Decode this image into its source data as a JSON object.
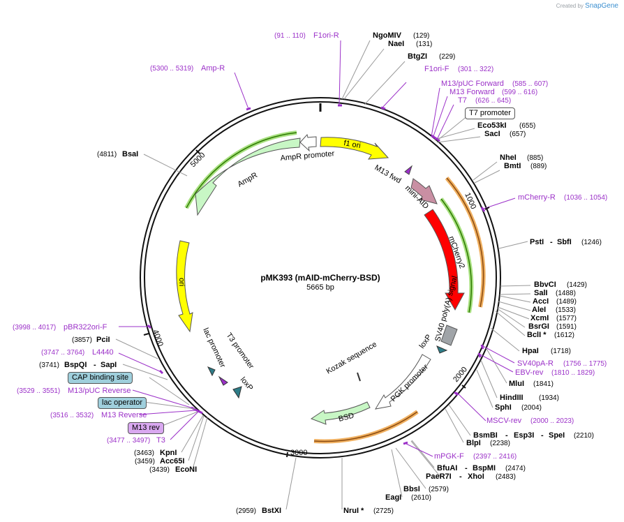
{
  "credit": {
    "prefix": "Created by",
    "brand": "SnapGene"
  },
  "plasmid": {
    "name": "pMK393 (mAID-mCherry-BSD)",
    "size": "5665 bp"
  },
  "ticks": [
    "1000",
    "2000",
    "3000",
    "4000",
    "5000"
  ],
  "features": [
    {
      "name": "f1 ori",
      "start": 5,
      "end": 460,
      "color": "#ffff00",
      "dir": 1
    },
    {
      "name": "AmpR promoter",
      "start": 5400,
      "end": 5500,
      "color": "#ffffff",
      "dir": -1
    },
    {
      "name": "AmpR",
      "start": 4580,
      "end": 5390,
      "color": "#c8f7c5",
      "dir": -1
    },
    {
      "name": "ori",
      "start": 3860,
      "end": 4400,
      "color": "#ffff00",
      "dir": -1
    },
    {
      "name": "mini-AID",
      "start": 745,
      "end": 905,
      "color": "#c98fa3",
      "dir": 1
    },
    {
      "name": "mCherry2",
      "start": 920,
      "end": 1600,
      "color": "#ff0000",
      "dir": 1
    },
    {
      "name": "SV40 poly(A) signal",
      "start": 1640,
      "end": 1760,
      "color": "#a0a4a8",
      "dir": 0
    },
    {
      "name": "PGK promoter",
      "start": 1850,
      "end": 2350,
      "color": "#ffffff",
      "dir": -1
    },
    {
      "name": "BSD",
      "start": 2410,
      "end": 2790,
      "color": "#c8f7c5",
      "dir": -1
    }
  ],
  "feature_labels": {
    "f1ori": "f1 ori",
    "amppromoter": "AmpR promoter",
    "ampr": "AmpR",
    "ori": "ori",
    "m13fwd": "M13 fwd",
    "miniaid": "mini-AID",
    "mcherry": "mCherry2",
    "sv40": "SV40 poly(A) signal",
    "loxp_right": "loxP",
    "kozak": "Kozak sequence",
    "pgk": "PGK promoter",
    "bsd": "BSD",
    "lacpromoter": "lac promoter",
    "t3promoter": "T3 promoter",
    "loxp_left": "loxP"
  },
  "enzymes": [
    {
      "name": "NgoMIV",
      "pos": "(129)"
    },
    {
      "name": "NaeI",
      "pos": "(131)"
    },
    {
      "name": "BtgZI",
      "pos": "(229)"
    },
    {
      "name": "Eco53kI",
      "pos": "(655)"
    },
    {
      "name": "SacI",
      "pos": "(657)"
    },
    {
      "name": "NheI",
      "pos": "(885)"
    },
    {
      "name": "BmtI",
      "pos": "(889)"
    },
    {
      "name": "PstI",
      "sep": "-",
      "name2": "SbfI",
      "pos": "(1246)"
    },
    {
      "name": "BbvCI",
      "pos": "(1429)"
    },
    {
      "name": "SalI",
      "pos": "(1488)"
    },
    {
      "name": "AccI",
      "pos": "(1489)"
    },
    {
      "name": "AleI",
      "pos": "(1533)"
    },
    {
      "name": "XcmI",
      "pos": "(1577)"
    },
    {
      "name": "BsrGI",
      "pos": "(1591)"
    },
    {
      "name": "BclI *",
      "pos": "(1612)"
    },
    {
      "name": "HpaI",
      "pos": "(1718)"
    },
    {
      "name": "MluI",
      "pos": "(1841)"
    },
    {
      "name": "HindIII",
      "pos": "(1934)"
    },
    {
      "name": "SphI",
      "pos": "(2004)"
    },
    {
      "name": "BsmBI",
      "sep": "-",
      "name2": "Esp3I",
      "sep2": "-",
      "name3": "SpeI",
      "pos": "(2210)"
    },
    {
      "name": "BlpI",
      "pos": "(2238)"
    },
    {
      "name": "BfuAI",
      "sep": "-",
      "name2": "BspMI",
      "pos": "(2474)"
    },
    {
      "name": "PaeR7I",
      "sep": "-",
      "name2": "XhoI",
      "pos": "(2483)"
    },
    {
      "name": "BbsI",
      "pos": "(2579)"
    },
    {
      "name": "EagI",
      "pos": "(2610)"
    },
    {
      "name": "NruI *",
      "pos": "(2725)"
    },
    {
      "name": "BstXI",
      "pos": "(2959)"
    },
    {
      "name": "EcoNI",
      "pos": "(3439)"
    },
    {
      "name": "Acc65I",
      "pos": "(3459)"
    },
    {
      "name": "KpnI",
      "pos": "(3463)"
    },
    {
      "name": "BspQI",
      "sep": "-",
      "name2": "SapI",
      "pos": "(3741)"
    },
    {
      "name": "PciI",
      "pos": "(3857)"
    },
    {
      "name": "BsaI",
      "pos": "(4811)"
    }
  ],
  "primers": [
    {
      "name": "F1ori-R",
      "pos": "(91 .. 110)"
    },
    {
      "name": "Amp-R",
      "pos": "(5300 .. 5319)"
    },
    {
      "name": "F1ori-F",
      "pos": "(301 .. 322)"
    },
    {
      "name": "M13/pUC Forward",
      "pos": "(585 .. 607)"
    },
    {
      "name": "M13 Forward",
      "pos": "(599 .. 616)"
    },
    {
      "name": "T7",
      "pos": "(626 .. 645)"
    },
    {
      "name": "mCherry-R",
      "pos": "(1036 .. 1054)"
    },
    {
      "name": "SV40pA-R",
      "pos": "(1756 .. 1775)"
    },
    {
      "name": "EBV-rev",
      "pos": "(1810 .. 1829)"
    },
    {
      "name": "MSCV-rev",
      "pos": "(2000 .. 2023)"
    },
    {
      "name": "mPGK-F",
      "pos": "(2397 .. 2416)"
    },
    {
      "name": "pBR322ori-F",
      "pos": "(3998 .. 4017)"
    },
    {
      "name": "L4440",
      "pos": "(3747 .. 3764)"
    },
    {
      "name": "M13/pUC Reverse",
      "pos": "(3529 .. 3551)"
    },
    {
      "name": "M13 Reverse",
      "pos": "(3516 .. 3532)"
    },
    {
      "name": "T3",
      "pos": "(3477 .. 3497)"
    }
  ],
  "boxed": {
    "t7promoter": "T7 promoter",
    "cap": "CAP binding site",
    "lacop": "lac operator",
    "m13rev": "M13 rev"
  },
  "colors": {
    "backbone": "#111111",
    "primer": "#9b30c8",
    "orf_orange": "#f0b060",
    "orf_green": "#a8e080",
    "cap_fill": "#9fcfdc",
    "m13rev_fill": "#d9a8f0"
  }
}
